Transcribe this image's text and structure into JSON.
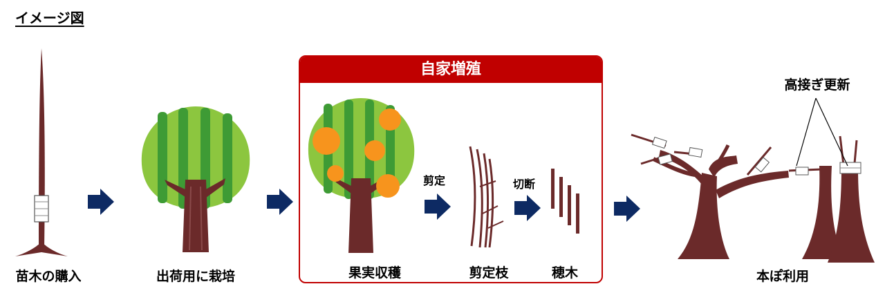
{
  "title": "イメージ図",
  "box": {
    "heading": "自家増殖"
  },
  "steps": {
    "seedling": "苗木の購入",
    "cultivate": "出荷用に栽培",
    "harvest": "果実収穫",
    "pruned_branch": "剪定枝",
    "scion": "穂木",
    "use": "本ぽ利用"
  },
  "arrow_labels": {
    "prune": "剪定",
    "cut": "切断"
  },
  "callout": "高接ぎ更新",
  "colors": {
    "accent_red": "#c00000",
    "arrow_navy": "#0d2a63",
    "trunk_brown": "#6b2a2a",
    "foliage_light": "#8cc63f",
    "foliage_dark": "#3e9b35",
    "orange": "#f7941d"
  },
  "icons": [
    "arrow-right-icon",
    "seedling-icon",
    "tree-icon",
    "orange-tree-icon",
    "branch-icon",
    "scion-icon",
    "grafted-tree-icon"
  ]
}
